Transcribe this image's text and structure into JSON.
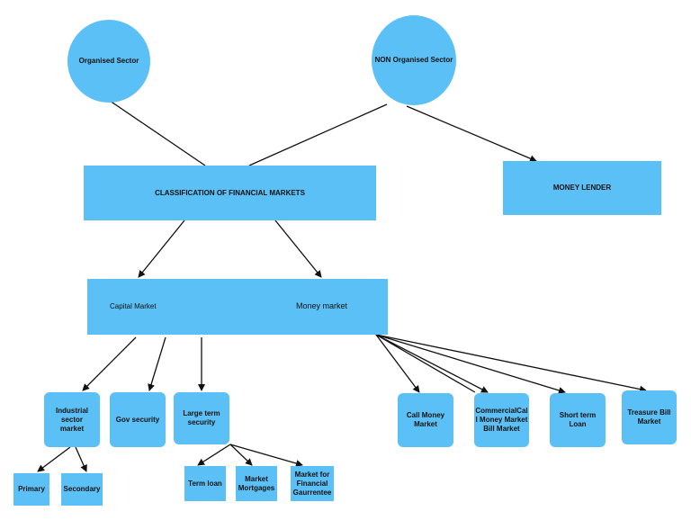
{
  "colors": {
    "node_fill": "#5bc0f5",
    "line": "#111111"
  },
  "nodes": {
    "organised_sector": "Organised Sector",
    "non_organised_sector": "NON Organised Sector",
    "classification": "CLASSIFICATION OF FINANCIAL MARKETS",
    "money_lender": "MONEY LENDER",
    "capital_market": "Capital Market",
    "money_market": "Money market",
    "industrial_sector_market": "Industrial sector market",
    "gov_security": "Gov security",
    "large_term_security": "Large term security",
    "primary": "Primary",
    "secondary": "Secondary",
    "term_loan": "Term loan",
    "market_mortgages": "Market Mortgages",
    "market_financial_gaurrentee": "Market for Financial Gaurrentee",
    "call_money_market": "Call Money Market",
    "commercial_call_money_bill_market": "CommercialCal l Money Market Bill Market",
    "short_term_loan": "Short term Loan",
    "treasure_bill_market": "Treasure Bill Market"
  }
}
